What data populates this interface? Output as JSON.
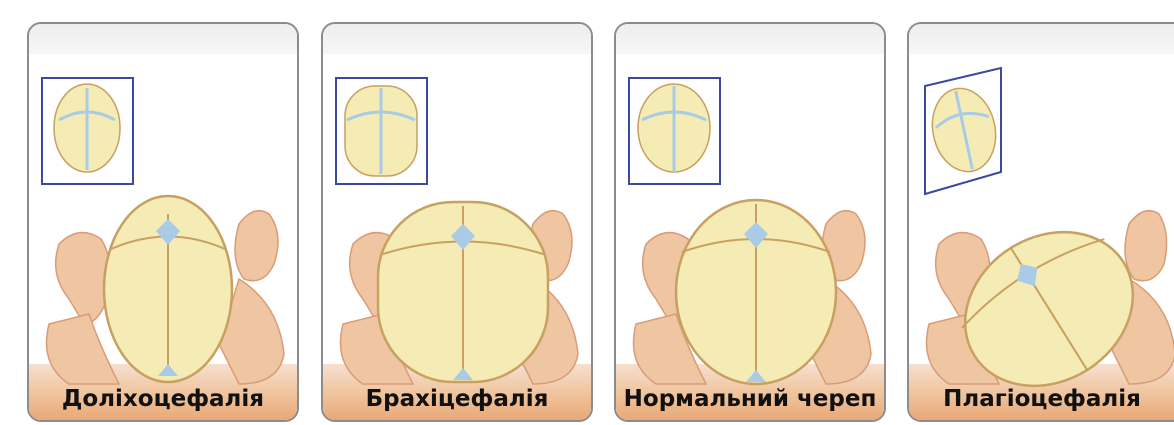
{
  "panels": [
    {
      "caption": "Доліхоцефалія"
    },
    {
      "caption": "Брахіцефалія"
    },
    {
      "caption": "Нормальний череп"
    },
    {
      "caption": "Плагіоцефалія"
    }
  ],
  "colors": {
    "skull_fill": "#f5ebb5",
    "skull_outline": "#c8a060",
    "fontanelle": "#a9cbe6",
    "skin": "#efc5a2",
    "skin_shadow": "#d99c78",
    "inset_frame": "#3a4aa0",
    "ground": "#efc39b"
  }
}
